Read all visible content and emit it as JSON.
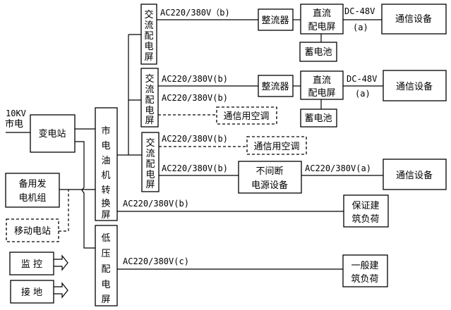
{
  "diagram": {
    "title": "",
    "source": {
      "voltage": "10KV",
      "name": "市电"
    },
    "substation": "变电站",
    "backup_generator": [
      "备用发",
      "电机组"
    ],
    "mobile_station": "移动电站",
    "monitor": "监 控",
    "grounding": "接 地",
    "transfer_panel": [
      "市",
      "电",
      "油",
      "机",
      "转",
      "换",
      "屏"
    ],
    "low_voltage_panel": [
      "低",
      "压",
      "配",
      "电",
      "屏"
    ],
    "ac_panel": [
      "交",
      "流",
      "配",
      "电",
      "屏"
    ],
    "rectifier": "整流器",
    "dc_panel": [
      "直流",
      "配电屏"
    ],
    "battery": "蓄电池",
    "comm_equipment": "通信设备",
    "comm_aircon": "通信用空调",
    "ups": [
      "不间断",
      "电源设备"
    ],
    "guaranteed_load": [
      "保证建",
      "筑负荷"
    ],
    "general_load": [
      "一般建",
      "筑负荷"
    ],
    "labels": {
      "ac_b_fullwidth": "AC220/380V（b)",
      "ac_b": "AC220/380V(b)",
      "ac_a": "AC220/380V(a)",
      "ac_c": "AC220/380V(c)",
      "dc": "DC-48V",
      "dc_a": "(a)"
    }
  }
}
